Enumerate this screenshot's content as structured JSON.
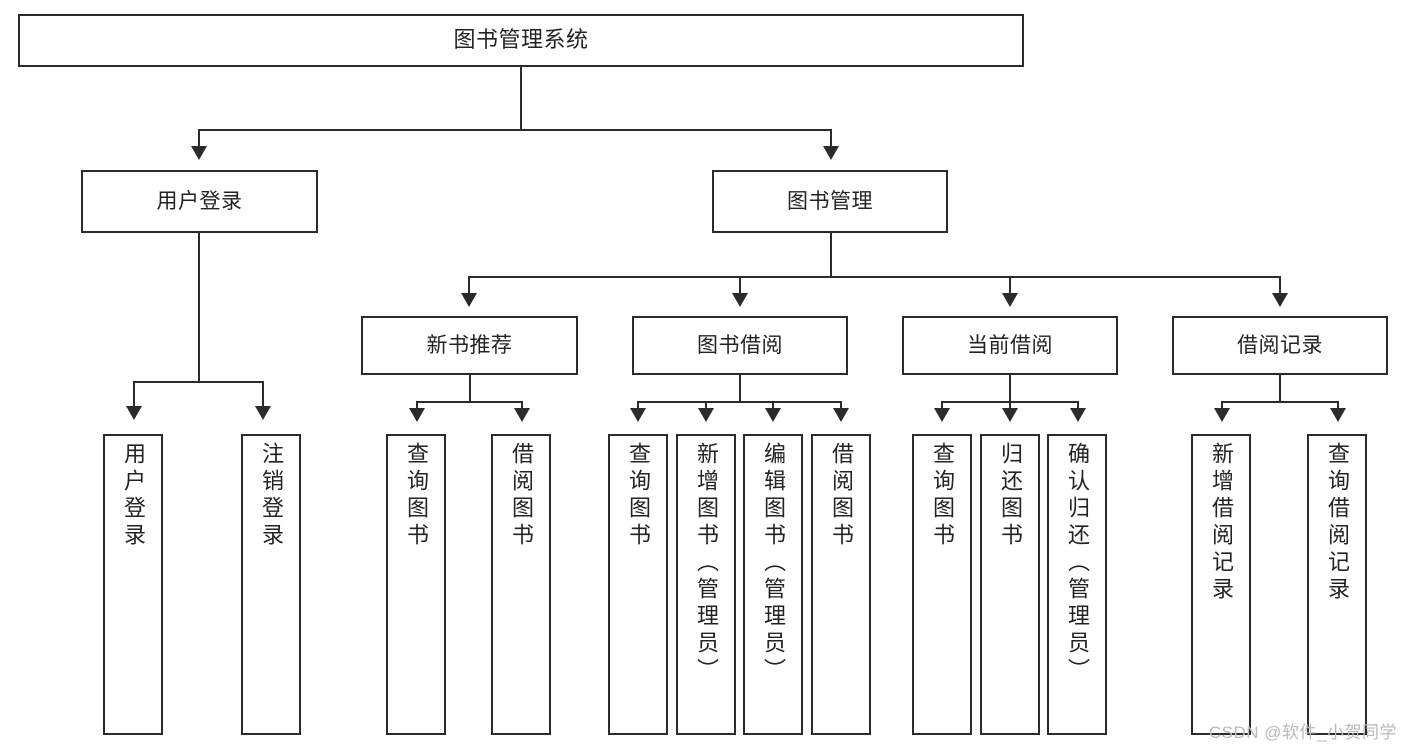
{
  "diagram": {
    "title": "图书管理系统",
    "watermark": "CSDN @软件_小贺同学",
    "accent_color": "#2b2b2b",
    "background_color": "#ffffff",
    "text_color": "#232323",
    "watermark_color": "#b9b9b9"
  },
  "nodes": {
    "root": {
      "label": "图书管理系统"
    },
    "level2": [
      {
        "label": "用户登录"
      },
      {
        "label": "图书管理"
      }
    ],
    "level3": [
      {
        "label": "新书推荐"
      },
      {
        "label": "图书借阅"
      },
      {
        "label": "当前借阅"
      },
      {
        "label": "借阅记录"
      }
    ],
    "leaves": {
      "user_login": [
        {
          "label": "用户登录"
        },
        {
          "label": "注销登录"
        }
      ],
      "new_book": [
        {
          "label": "查询图书"
        },
        {
          "label": "借阅图书"
        }
      ],
      "book_borrow": [
        {
          "label": "查询图书"
        },
        {
          "label": "新增图书（管理员）"
        },
        {
          "label": "编辑图书（管理员）"
        },
        {
          "label": "借阅图书"
        }
      ],
      "current_borrow": [
        {
          "label": "查询图书"
        },
        {
          "label": "归还图书"
        },
        {
          "label": "确认归还（管理员）"
        }
      ],
      "borrow_record": [
        {
          "label": "新增借阅记录"
        },
        {
          "label": "查询借阅记录"
        }
      ]
    }
  },
  "chart_data": {
    "type": "tree",
    "title": "图书管理系统",
    "root": "图书管理系统",
    "edges": [
      [
        "图书管理系统",
        "用户登录"
      ],
      [
        "图书管理系统",
        "图书管理"
      ],
      [
        "用户登录",
        "用户登录"
      ],
      [
        "用户登录",
        "注销登录"
      ],
      [
        "图书管理",
        "新书推荐"
      ],
      [
        "图书管理",
        "图书借阅"
      ],
      [
        "图书管理",
        "当前借阅"
      ],
      [
        "图书管理",
        "借阅记录"
      ],
      [
        "新书推荐",
        "查询图书"
      ],
      [
        "新书推荐",
        "借阅图书"
      ],
      [
        "图书借阅",
        "查询图书"
      ],
      [
        "图书借阅",
        "新增图书（管理员）"
      ],
      [
        "图书借阅",
        "编辑图书（管理员）"
      ],
      [
        "图书借阅",
        "借阅图书"
      ],
      [
        "当前借阅",
        "查询图书"
      ],
      [
        "当前借阅",
        "归还图书"
      ],
      [
        "当前借阅",
        "确认归还（管理员）"
      ],
      [
        "借阅记录",
        "新增借阅记录"
      ],
      [
        "借阅记录",
        "查询借阅记录"
      ]
    ],
    "depth": 4,
    "node_count": 20
  }
}
